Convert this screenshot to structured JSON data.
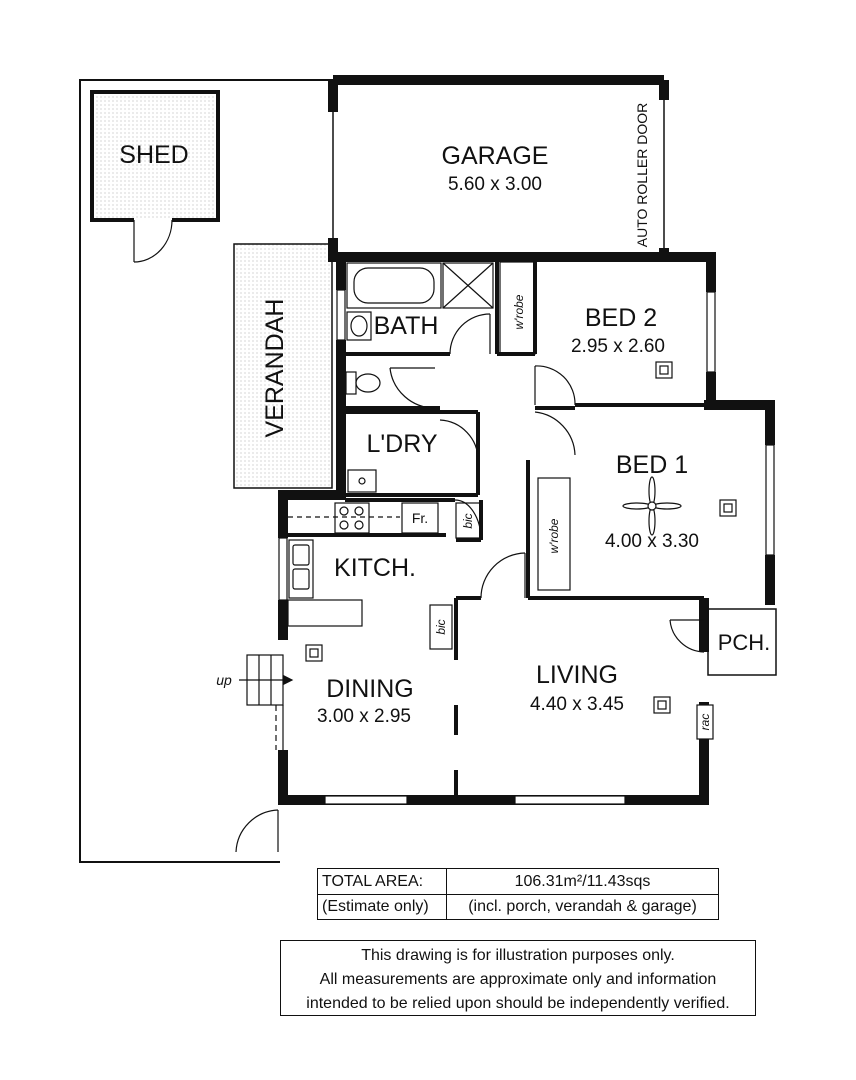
{
  "rooms": {
    "shed": "SHED",
    "garage": {
      "name": "GARAGE",
      "size": "5.60 x 3.00"
    },
    "auto_roller_door": "AUTO ROLLER DOOR",
    "verandah": "VERANDAH",
    "bath": "BATH",
    "bed2": {
      "name": "BED 2",
      "size": "2.95 x 2.60"
    },
    "laundry": "L'DRY",
    "bed1": {
      "name": "BED 1",
      "size": "4.00 x 3.30"
    },
    "kitchen": "KITCH.",
    "dining": {
      "name": "DINING",
      "size": "3.00 x 2.95"
    },
    "living": {
      "name": "LIVING",
      "size": "4.40 x 3.45"
    },
    "porch": "PCH."
  },
  "fixtures": {
    "wrobe": "w'robe",
    "bic": "bic",
    "fridge": "Fr.",
    "rac": "rac",
    "up": "up"
  },
  "area_table": {
    "label_line1": "TOTAL AREA:",
    "label_line2": "(Estimate only)",
    "value_line1": "106.31m²/11.43sqs",
    "value_line2": "(incl. porch, verandah & garage)"
  },
  "disclaimer": {
    "line1": "This drawing is for illustration purposes only.",
    "line2": "All measurements are approximate only and information",
    "line3": "intended to be relied upon should be independently verified."
  }
}
